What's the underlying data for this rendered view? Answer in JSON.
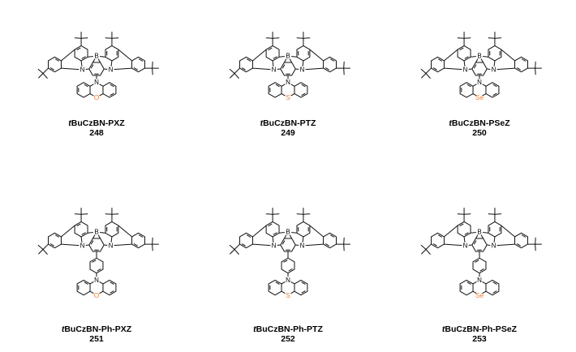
{
  "heteroatom_color": "#e8803a",
  "compounds": [
    {
      "name_prefix": "t",
      "name_rest": "BuCzBN-PXZ",
      "number": "248",
      "linker": "none",
      "heteroatom": "O"
    },
    {
      "name_prefix": "t",
      "name_rest": "BuCzBN-PTZ",
      "number": "249",
      "linker": "none",
      "heteroatom": "S"
    },
    {
      "name_prefix": "t",
      "name_rest": "BuCzBN-PSeZ",
      "number": "250",
      "linker": "none",
      "heteroatom": "Se"
    },
    {
      "name_prefix": "t",
      "name_rest": "BuCzBN-Ph-PXZ",
      "number": "251",
      "linker": "phenylene",
      "heteroatom": "O"
    },
    {
      "name_prefix": "t",
      "name_rest": "BuCzBN-Ph-PTZ",
      "number": "252",
      "linker": "phenylene",
      "heteroatom": "S"
    },
    {
      "name_prefix": "t",
      "name_rest": "BuCzBN-Ph-PSeZ",
      "number": "253",
      "linker": "phenylene",
      "heteroatom": "Se"
    }
  ],
  "atom_labels": {
    "boron": "B",
    "nitrogen": "N"
  }
}
